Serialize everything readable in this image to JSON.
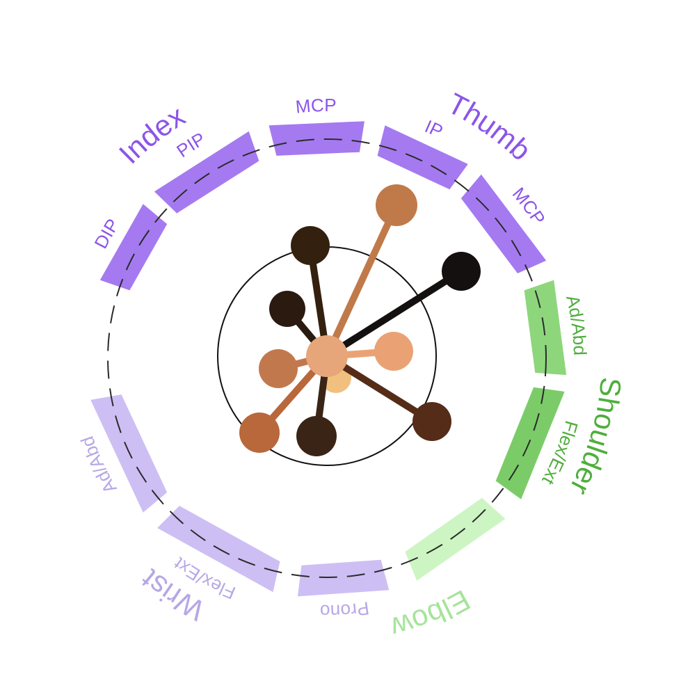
{
  "groups": [
    {
      "id": "index",
      "label": "Index",
      "color": "#8b55e8"
    },
    {
      "id": "thumb",
      "label": "Thumb",
      "color": "#8b55e8"
    },
    {
      "id": "shoulder",
      "label": "Shoulder",
      "color": "#4fae3c"
    },
    {
      "id": "elbow",
      "label": "Elbow",
      "color": "#a5e49a"
    },
    {
      "id": "wrist",
      "label": "Wrist",
      "color": "#b6a7e6"
    }
  ],
  "segments": [
    {
      "id": "index-dip",
      "label": "DIP",
      "group": "index",
      "fill": "#a57af0",
      "text": "#8b55e8"
    },
    {
      "id": "index-pip",
      "label": "PIP",
      "group": "index",
      "fill": "#a57af0",
      "text": "#8b55e8"
    },
    {
      "id": "index-mcp",
      "label": "MCP",
      "group": "index",
      "fill": "#a57af0",
      "text": "#8b55e8"
    },
    {
      "id": "thumb-ip",
      "label": "IP",
      "group": "thumb",
      "fill": "#a57af0",
      "text": "#8b55e8"
    },
    {
      "id": "thumb-mcp",
      "label": "MCP",
      "group": "thumb",
      "fill": "#a57af0",
      "text": "#8b55e8"
    },
    {
      "id": "shoulder-adabd",
      "label": "Ad/Abd",
      "group": "shoulder",
      "fill": "#8ed67c",
      "text": "#4fae3c"
    },
    {
      "id": "shoulder-flex",
      "label": "Flex/Ext",
      "group": "shoulder",
      "fill": "#7bcc68",
      "text": "#4fae3c"
    },
    {
      "id": "elbow-seg",
      "label": "",
      "group": "elbow",
      "fill": "#cdf5c3",
      "text": "#a5e49a"
    },
    {
      "id": "wrist-prono",
      "label": "Prono",
      "group": "wrist",
      "fill": "#cdbff4",
      "text": "#b6a7e6"
    },
    {
      "id": "wrist-flex",
      "label": "Flex/Ext",
      "group": "wrist",
      "fill": "#cdbff4",
      "text": "#b6a7e6"
    },
    {
      "id": "wrist-adabd",
      "label": "Ad/Abd",
      "group": "wrist",
      "fill": "#cdbff4",
      "text": "#b6a7e6"
    }
  ],
  "hub": {
    "center_color": "#e6a67a",
    "under_color": "#f1c07e",
    "nodes": [
      {
        "id": "node-1",
        "color": "#c07a4a"
      },
      {
        "id": "node-2",
        "color": "#151010"
      },
      {
        "id": "node-3",
        "color": "#34200f"
      },
      {
        "id": "node-4",
        "color": "#2b1a10"
      },
      {
        "id": "node-5",
        "color": "#eaa274"
      },
      {
        "id": "node-6",
        "color": "#c2784d"
      },
      {
        "id": "node-7",
        "color": "#b8683b"
      },
      {
        "id": "node-8",
        "color": "#3a2416"
      },
      {
        "id": "node-9",
        "color": "#552c18"
      }
    ]
  }
}
